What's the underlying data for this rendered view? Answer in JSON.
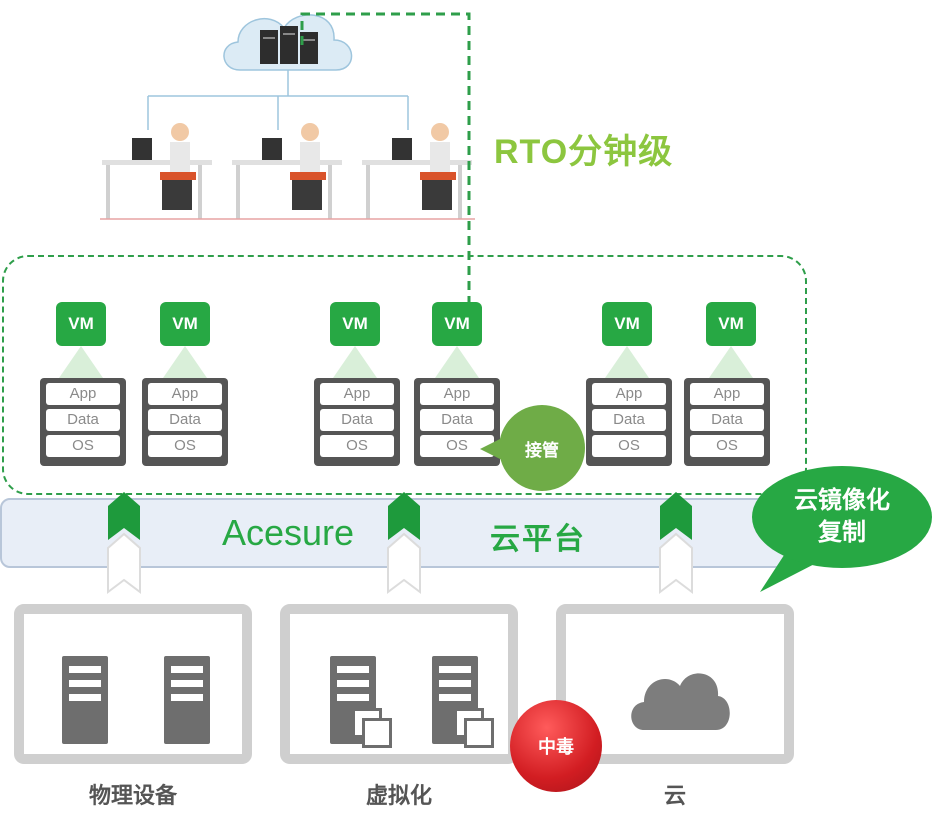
{
  "rto_label": "RTO分钟级",
  "vm_label": "VM",
  "stack_layers": [
    "App",
    "Data",
    "OS"
  ],
  "takeover_label": "接管",
  "band": {
    "brand": "Acesure",
    "platform": "云平台"
  },
  "callout": {
    "line1": "云镜像化",
    "line2": "复制"
  },
  "sources": {
    "physical": "物理设备",
    "virtual": "虚拟化",
    "cloud": "云"
  },
  "infected_label": "中毒",
  "colors": {
    "green": "#27a844",
    "light_green": "#8cc63f",
    "takeover": "#6fac47",
    "infected": "#d21d22",
    "band_fill": "#e8eef7",
    "gray": "#6e6e6e"
  }
}
